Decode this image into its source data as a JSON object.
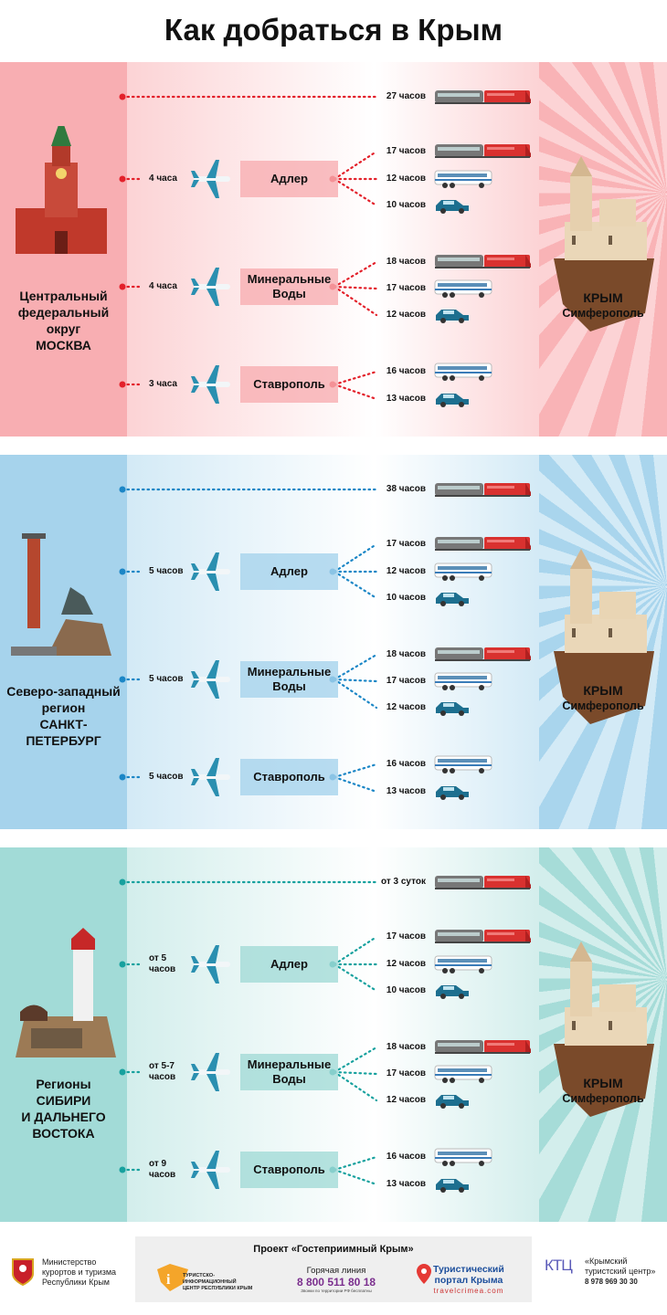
{
  "title": "Как добраться в Крым",
  "destination": {
    "line1": "КРЫМ",
    "line2": "Симферополь"
  },
  "sections": [
    {
      "theme": {
        "left": "#f8aeb2",
        "mid": "#fcd3d5",
        "right": "#f9b3b6",
        "dot": "#e3202a"
      },
      "landmark": "kremlin-tower",
      "region_lines": [
        "Центральный",
        "федеральный",
        "округ",
        "МОСКВА"
      ],
      "train_time": "27 часов",
      "routes": [
        {
          "flight": [
            "4 часа"
          ],
          "hub": [
            "Адлер"
          ],
          "options": [
            {
              "time": "17 часов",
              "mode": "train"
            },
            {
              "time": "12 часов",
              "mode": "bus"
            },
            {
              "time": "10 часов",
              "mode": "car"
            }
          ]
        },
        {
          "flight": [
            "4 часа"
          ],
          "hub": [
            "Минеральные",
            "Воды"
          ],
          "options": [
            {
              "time": "18 часов",
              "mode": "train"
            },
            {
              "time": "17 часов",
              "mode": "bus"
            },
            {
              "time": "12 часов",
              "mode": "car"
            }
          ]
        },
        {
          "flight": [
            "3 часа"
          ],
          "hub": [
            "Ставрополь"
          ],
          "options": [
            {
              "time": "16 часов",
              "mode": "bus"
            },
            {
              "time": "13 часов",
              "mode": "car"
            }
          ]
        }
      ]
    },
    {
      "theme": {
        "left": "#a6d3ec",
        "mid": "#d3eaf6",
        "right": "#a9d5ed",
        "dot": "#1b86c6"
      },
      "landmark": "rostral-column",
      "region_lines": [
        "Северо-западный",
        "регион",
        "САНКТ-",
        "ПЕТЕРБУРГ"
      ],
      "train_time": "38 часов",
      "routes": [
        {
          "flight": [
            "5 часов"
          ],
          "hub": [
            "Адлер"
          ],
          "options": [
            {
              "time": "17 часов",
              "mode": "train"
            },
            {
              "time": "12 часов",
              "mode": "bus"
            },
            {
              "time": "10 часов",
              "mode": "car"
            }
          ]
        },
        {
          "flight": [
            "5 часов"
          ],
          "hub": [
            "Минеральные",
            "Воды"
          ],
          "options": [
            {
              "time": "18 часов",
              "mode": "train"
            },
            {
              "time": "17 часов",
              "mode": "bus"
            },
            {
              "time": "12 часов",
              "mode": "car"
            }
          ]
        },
        {
          "flight": [
            "5 часов"
          ],
          "hub": [
            "Ставрополь"
          ],
          "options": [
            {
              "time": "16 часов",
              "mode": "bus"
            },
            {
              "time": "13 часов",
              "mode": "car"
            }
          ]
        }
      ]
    },
    {
      "theme": {
        "left": "#a2dbd7",
        "mid": "#d3eeec",
        "right": "#a6dcd8",
        "dot": "#17a19e"
      },
      "landmark": "lighthouse",
      "region_lines": [
        "Регионы",
        "СИБИРИ",
        "И ДАЛЬНЕГО",
        "ВОСТОКА"
      ],
      "train_time": "от 3 суток",
      "routes": [
        {
          "flight": [
            "от 5",
            "часов"
          ],
          "hub": [
            "Адлер"
          ],
          "options": [
            {
              "time": "17 часов",
              "mode": "train"
            },
            {
              "time": "12 часов",
              "mode": "bus"
            },
            {
              "time": "10 часов",
              "mode": "car"
            }
          ]
        },
        {
          "flight": [
            "от 5-7",
            "часов"
          ],
          "hub": [
            "Минеральные",
            "Воды"
          ],
          "options": [
            {
              "time": "18 часов",
              "mode": "train"
            },
            {
              "time": "17 часов",
              "mode": "bus"
            },
            {
              "time": "12 часов",
              "mode": "car"
            }
          ]
        },
        {
          "flight": [
            "от 9",
            "часов"
          ],
          "hub": [
            "Ставрополь"
          ],
          "options": [
            {
              "time": "16 часов",
              "mode": "bus"
            },
            {
              "time": "13 часов",
              "mode": "car"
            }
          ]
        }
      ]
    }
  ],
  "footer": {
    "ministry": [
      "Министерство",
      "курортов и туризма",
      "Республики Крым"
    ],
    "project": "Проект «Гостеприимный Крым»",
    "info_center": [
      "ТУРИСТСКО-",
      "ИНФОРМАЦИОННЫЙ",
      "ЦЕНТР РЕСПУБЛИКИ КРЫМ"
    ],
    "hotline_label": "Горячая линия",
    "hotline_number": "8 800 511 80 18",
    "hotline_note": "Звонки по территории РФ бесплатны",
    "portal": [
      "Туристический",
      "портал Крыма"
    ],
    "portal_url": "travelcrimea.com",
    "ktc_logo": "КТЦ",
    "ktc": [
      "«Крымский",
      "туристский центр»"
    ],
    "ktc_phone": "8 978 969 30 30",
    "hotline_color": "#7b2f8e",
    "portal_color": "#1d4f9c"
  }
}
